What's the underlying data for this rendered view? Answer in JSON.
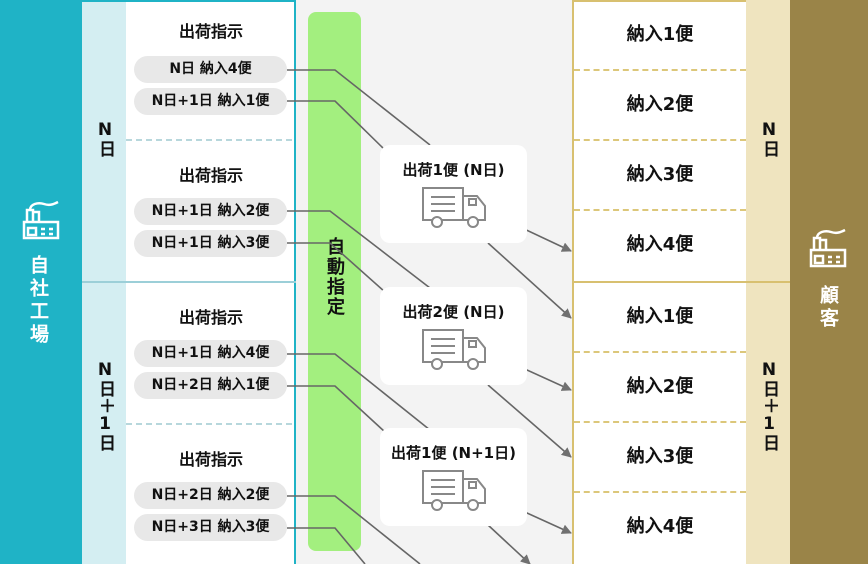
{
  "left": {
    "title": "自社工場",
    "icon": "factory-icon",
    "days": [
      {
        "label": "N日",
        "sections": [
          {
            "title": "出荷指示",
            "pills": [
              "N日 納入4便",
              "N日+1日 納入1便"
            ]
          },
          {
            "title": "出荷指示",
            "pills": [
              "N日+1日 納入2便",
              "N日+1日 納入3便"
            ]
          }
        ]
      },
      {
        "label": "N日＋1日",
        "sections": [
          {
            "title": "出荷指示",
            "pills": [
              "N日+1日 納入4便",
              "N日+2日 納入1便"
            ]
          },
          {
            "title": "出荷指示",
            "pills": [
              "N日+2日 納入2便",
              "N日+3日 納入3便"
            ]
          }
        ]
      }
    ]
  },
  "middle": {
    "auto_label": "自動指定",
    "shipments": [
      "出荷1便 (N日)",
      "出荷2便 (N日)",
      "出荷1便 (N+1日)"
    ],
    "icon": "truck-icon"
  },
  "right": {
    "title": "顧客",
    "icon": "factory-icon",
    "days": [
      {
        "label": "N日",
        "deliveries": [
          "納入1便",
          "納入2便",
          "納入3便",
          "納入4便"
        ]
      },
      {
        "label": "N日＋1日",
        "deliveries": [
          "納入1便",
          "納入2便",
          "納入3便",
          "納入4便"
        ]
      }
    ]
  },
  "colors": {
    "factory": "#1fb3c6",
    "auto": "#a3ef7f",
    "customer": "#9a8448"
  }
}
